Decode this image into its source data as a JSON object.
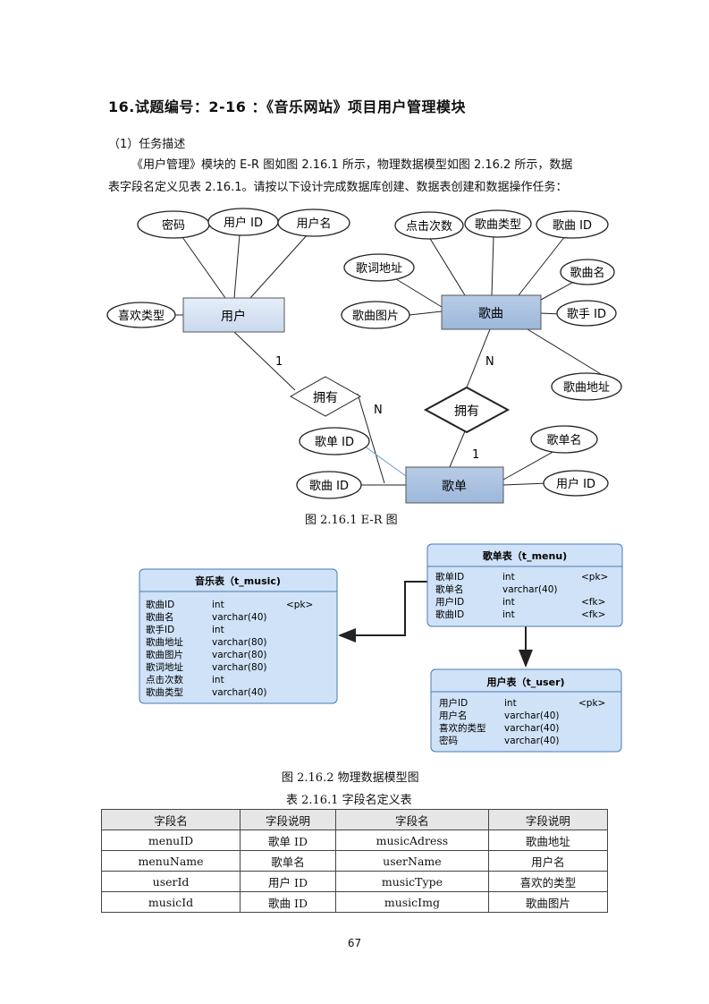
{
  "heading": "16.试题编号：2-16 ：《音乐网站》项目用户管理模块",
  "section": "（1）任务描述",
  "paragraph_line1": "《用户管理》模块的 E-R 图如图 2.16.1 所示，物理数据模型如图 2.16.2 所示，数据",
  "paragraph_line2": "表字段名定义见表 2.16.1。请按以下设计完成数据库创建、数据表创建和数据操作任务：",
  "er": {
    "user_entity": "用户",
    "song_entity": "歌曲",
    "playlist_entity": "歌单",
    "rel_left": "拥有",
    "rel_right": "拥有",
    "card_1_left": "1",
    "card_n_left": "N",
    "card_n_right": "N",
    "card_1_right": "1",
    "attr_password": "密码",
    "attr_user_id": "用户 ID",
    "attr_user_name": "用户名",
    "attr_like_type": "喜欢类型",
    "attr_click_count": "点击次数",
    "attr_song_type": "歌曲类型",
    "attr_song_id": "歌曲 ID",
    "attr_lyric_addr": "歌词地址",
    "attr_song_name": "歌曲名",
    "attr_song_img": "歌曲图片",
    "attr_singer_id": "歌手 ID",
    "attr_song_addr": "歌曲地址",
    "attr_menu_id": "歌单 ID",
    "attr_menu_song_id": "歌曲 ID",
    "attr_menu_name": "歌单名",
    "attr_menu_user_id": "用户 ID"
  },
  "er_caption": "图 2.16.1 E-R 图",
  "pdm": {
    "music_title": "音乐表（t_music)",
    "music_rows": [
      {
        "name": "歌曲ID",
        "type": "int",
        "key": "<pk>"
      },
      {
        "name": "歌曲名",
        "type": "varchar(40)",
        "key": ""
      },
      {
        "name": "歌手ID",
        "type": "int",
        "key": ""
      },
      {
        "name": "歌曲地址",
        "type": "varchar(80)",
        "key": ""
      },
      {
        "name": "歌曲图片",
        "type": "varchar(80)",
        "key": ""
      },
      {
        "name": "歌词地址",
        "type": "varchar(80)",
        "key": ""
      },
      {
        "name": "点击次数",
        "type": "int",
        "key": ""
      },
      {
        "name": "歌曲类型",
        "type": "varchar(40)",
        "key": ""
      }
    ],
    "menu_title": "歌单表（t_menu)",
    "menu_rows": [
      {
        "name": "歌单ID",
        "type": "int",
        "key": "<pk>"
      },
      {
        "name": "歌单名",
        "type": "varchar(40)",
        "key": ""
      },
      {
        "name": "用户ID",
        "type": "int",
        "key": "<fk>"
      },
      {
        "name": "歌曲ID",
        "type": "int",
        "key": "<fk>"
      }
    ],
    "user_title": "用户表（t_user)",
    "user_rows": [
      {
        "name": "用户ID",
        "type": "int",
        "key": "<pk>"
      },
      {
        "name": "用户名",
        "type": "varchar(40)",
        "key": ""
      },
      {
        "name": "喜欢的类型",
        "type": "varchar(40)",
        "key": ""
      },
      {
        "name": "密码",
        "type": "varchar(40)",
        "key": ""
      }
    ]
  },
  "pdm_caption": "图 2.16.2 物理数据模型图",
  "table_caption": "表 2.16.1 字段名定义表",
  "field_table": {
    "headers": [
      "字段名",
      "字段说明",
      "字段名",
      "字段说明"
    ],
    "rows": [
      [
        "menuID",
        "歌单 ID",
        "musicAdress",
        "歌曲地址"
      ],
      [
        "menuName",
        "歌单名",
        "userName",
        "用户名"
      ],
      [
        "userId",
        "用户 ID",
        "musicType",
        "喜欢的类型"
      ],
      [
        "musicId",
        "歌曲 ID",
        "musicImg",
        "歌曲图片"
      ]
    ]
  },
  "page_number": "67"
}
